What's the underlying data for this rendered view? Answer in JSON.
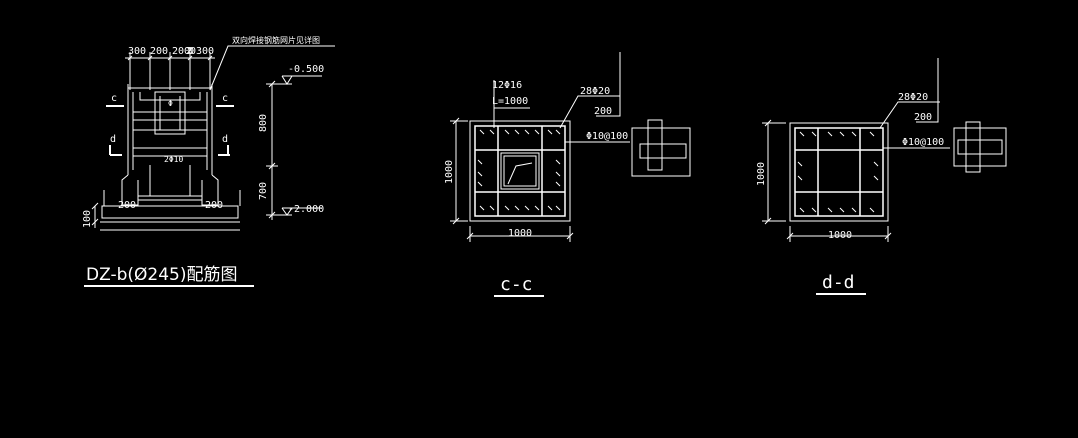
{
  "colors": {
    "background": "#000000",
    "line": "#ffffff"
  },
  "left": {
    "title": "DZ-b(Ø245)配筋图",
    "top_dims": [
      "300",
      "200",
      "200",
      "200",
      "300"
    ],
    "note": "双向焊接钢筋网片见详图",
    "elev_top": "-0.500",
    "elev_bottom": "-2.000",
    "dim_800": "800",
    "dim_700": "700",
    "dim_100": "100",
    "dim_200_left": "200",
    "dim_200_right": "200",
    "label_c": "c",
    "label_d": "d",
    "rebar_2phi10": "2Φ10",
    "phi_label": "Φ"
  },
  "cc": {
    "title": "c-c",
    "rebar_12": "12Φ16",
    "rebar_L": "L=1000",
    "rebar_28": "28Φ20",
    "stirrup": "Φ10@100",
    "dim_width": "1000",
    "dim_height": "1000",
    "dim_200": "200"
  },
  "dd": {
    "title": "d-d",
    "rebar_28": "28Φ20",
    "stirrup": "Φ10@100",
    "dim_width": "1000",
    "dim_height": "1000",
    "dim_200": "200"
  }
}
